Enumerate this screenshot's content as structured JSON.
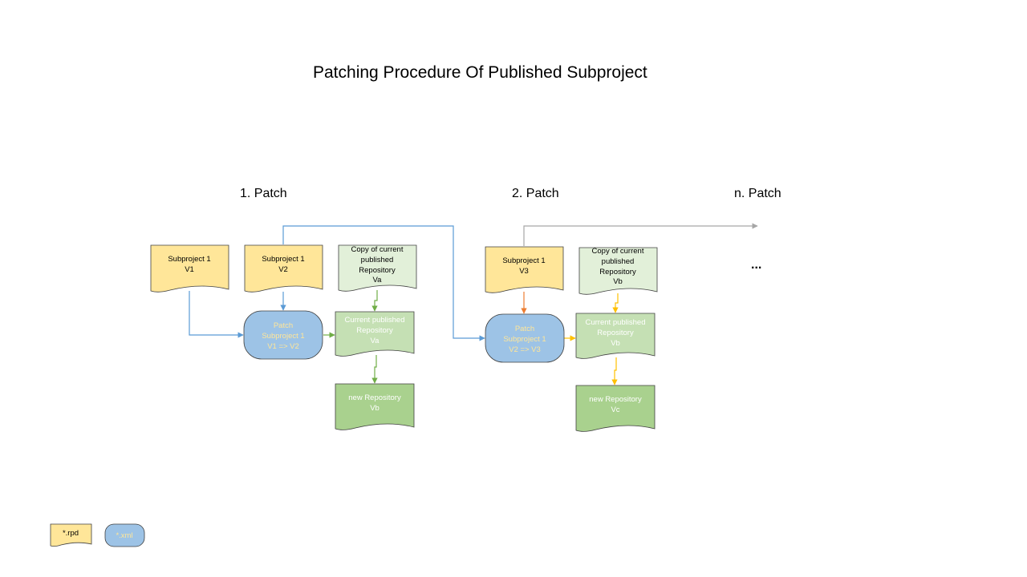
{
  "title": "Patching Procedure Of Published Subproject",
  "sections": {
    "patch1": "1. Patch",
    "patch2": "2. Patch",
    "patchn": "n. Patch"
  },
  "ellipsis": "...",
  "nodes": {
    "sub_v1": [
      "Subproject 1",
      "V1"
    ],
    "sub_v2": [
      "Subproject 1",
      "V2"
    ],
    "copy_va": [
      "Copy of current",
      "published",
      "Repository",
      "Va"
    ],
    "patch_12": [
      "Patch",
      "Subproject 1",
      "V1 => V2"
    ],
    "current_va": [
      "Current published",
      "Repository",
      "Va"
    ],
    "new_vb": [
      "new Repository",
      "Vb"
    ],
    "sub_v3": [
      "Subproject 1",
      "V3"
    ],
    "copy_vb": [
      "Copy of current",
      "published",
      "Repository",
      "Vb"
    ],
    "patch_23": [
      "Patch",
      "Subproject 1",
      "V2 => V3"
    ],
    "current_vb": [
      "Current published",
      "Repository",
      "Vb"
    ],
    "new_vc": [
      "new Repository",
      "Vc"
    ]
  },
  "legend": {
    "rpd": "*.rpd",
    "xml": "*.xml"
  },
  "colors": {
    "rpd_fill": "#ffe699",
    "xml_fill": "#9dc3e6",
    "copy_fill": "#e2f0d9",
    "current_fill": "#c5e0b4",
    "new_fill": "#a9d18e",
    "arrow_blue": "#5b9bd5",
    "arrow_green": "#70ad47",
    "arrow_orange": "#ed7d31",
    "arrow_gold": "#ffc000",
    "arrow_gray": "#a6a6a6"
  }
}
